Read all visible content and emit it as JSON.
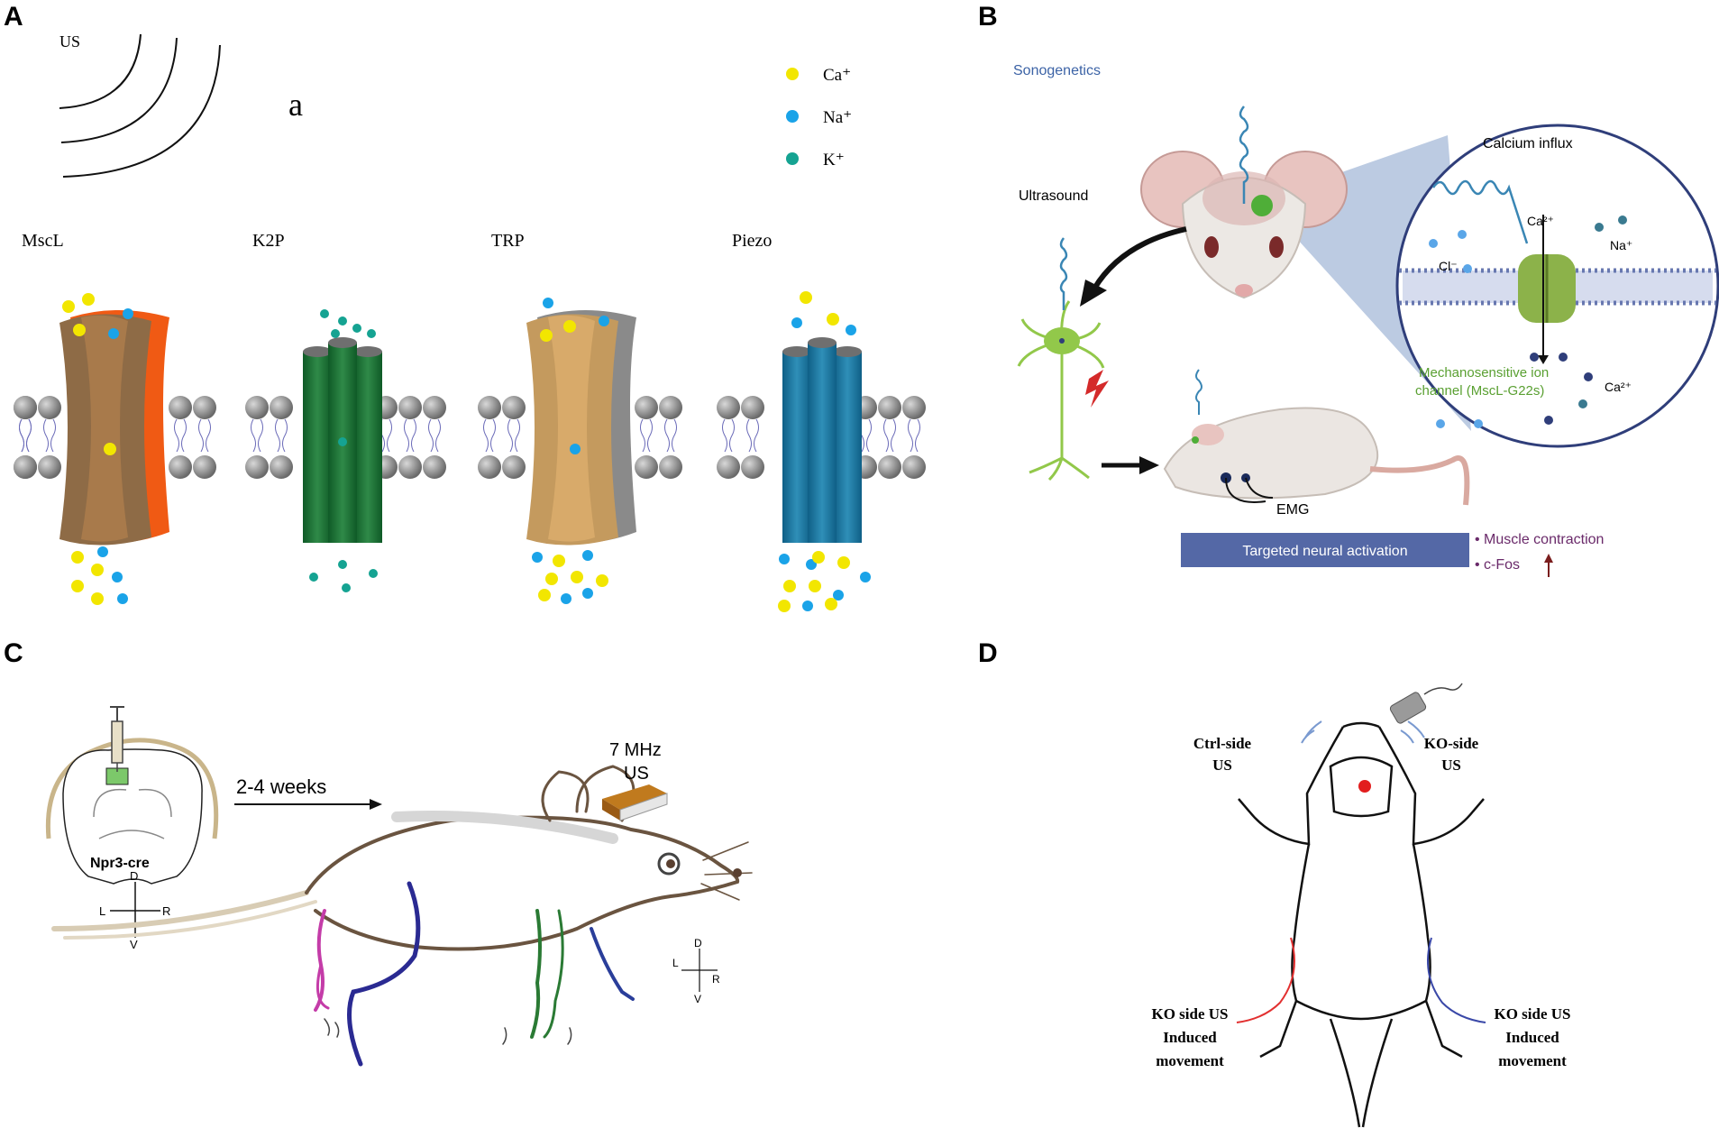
{
  "panels": {
    "a": {
      "letter": "A",
      "us_label": "US",
      "sub_label": "a",
      "legend": [
        {
          "label": "Ca⁺",
          "color": "#f2e600"
        },
        {
          "label": "Na⁺",
          "color": "#1aa3e8"
        },
        {
          "label": "K⁺",
          "color": "#15a392"
        }
      ],
      "channels": [
        "MscL",
        "K2P",
        "TRP",
        "Piezo"
      ]
    },
    "b": {
      "letter": "B",
      "title": "Sonogenetics",
      "ultrasound": "Ultrasound",
      "calcium_influx": "Calcium influx",
      "ca_top": "Ca²⁺",
      "na": "Na⁺",
      "cl": "Cl⁻",
      "channel_line1": "Mechanosensitive ion",
      "channel_line2": "channel (MscL-G22s)",
      "ca_bottom": "Ca²⁺",
      "emg": "EMG",
      "targeted": "Targeted neural activation",
      "outcome1": "• Muscle contraction",
      "outcome2": "• c-Fos"
    },
    "c": {
      "letter": "C",
      "weeks": "2-4 weeks",
      "freq": "7 MHz",
      "us": "US",
      "line": "Npr3-cre",
      "dirs": {
        "d": "D",
        "v": "V",
        "l": "L",
        "r": "R"
      }
    },
    "d": {
      "letter": "D",
      "ctrl1": "Ctrl-side",
      "ctrl2": "US",
      "ko1": "KO-side",
      "ko2": "US",
      "left_l1": "KO side US",
      "left_l2": "Induced",
      "left_l3": "movement",
      "right_l1": "KO side US",
      "right_l2": "Induced",
      "right_l3": "movement"
    }
  }
}
